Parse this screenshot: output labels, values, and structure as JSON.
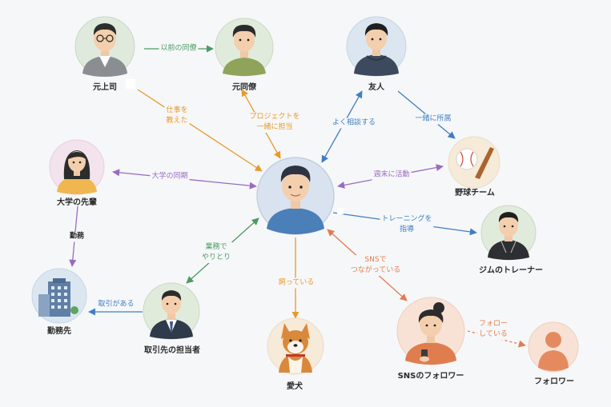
{
  "colors": {
    "background": "#f6f7f9",
    "green": "#4c9a62",
    "orange": "#e79a2b",
    "blue": "#3f7fc0",
    "purple": "#9a6bc0",
    "coral": "#e07d4f"
  },
  "nodes": {
    "moto_joushi": {
      "label": "元上司",
      "icon": "man-glasses-icon"
    },
    "moto_douryou": {
      "label": "元同僚",
      "icon": "man-green-shirt-icon"
    },
    "yuujin": {
      "label": "友人",
      "icon": "man-hoodie-icon"
    },
    "yakyuu": {
      "label": "野球チーム",
      "icon": "baseball-bat-icon"
    },
    "senpai": {
      "label": "大学の先輩",
      "icon": "woman-icon"
    },
    "center": {
      "label": "",
      "icon": "person-center-icon"
    },
    "gym": {
      "label": "ジムのトレーナー",
      "icon": "trainer-icon"
    },
    "kinmusaki": {
      "label": "勤務先",
      "icon": "office-building-icon"
    },
    "torihiki": {
      "label": "取引先の担当者",
      "icon": "man-suit-icon"
    },
    "aiken": {
      "label": "愛犬",
      "icon": "dog-icon"
    },
    "sns": {
      "label": "SNSのフォロワー",
      "icon": "woman-phone-icon"
    },
    "follower": {
      "label": "フォロワー",
      "icon": "person-silhouette-icon"
    }
  },
  "edges": {
    "iizen_douryou": [
      "以前の同僚"
    ],
    "shigoto": [
      "仕事を",
      "教えた"
    ],
    "project": [
      "プロジェクトを",
      "一緒に担当"
    ],
    "soudan": [
      "よく相談する"
    ],
    "shozoku": [
      "一緒に所属"
    ],
    "daigaku": [
      "大学の同期"
    ],
    "shuumatsu": [
      "週末に活動"
    ],
    "training": [
      "トレーニングを",
      "指導"
    ],
    "kinmu": [
      "勤務"
    ],
    "gyoumu": [
      "業務で",
      "やりとり"
    ],
    "torihiki_aru": [
      "取引がある"
    ],
    "katteiru": [
      "飼っている"
    ],
    "sns_tsunagari": [
      "SNSで",
      "つながっている"
    ],
    "follow": [
      "フォロー",
      "している"
    ]
  }
}
